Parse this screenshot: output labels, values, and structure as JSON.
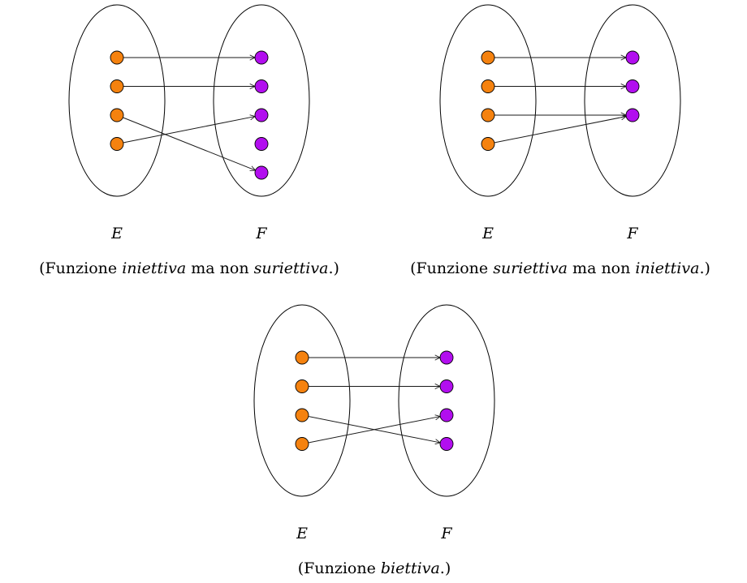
{
  "colors": {
    "domain_point": "#f5820f",
    "codomain_point": "#b20eef",
    "stroke": "#000000"
  },
  "diagrams": [
    {
      "id": "injective",
      "label_E": "E",
      "label_F": "F",
      "caption": {
        "open": "(Funzione ",
        "term1": "iniettiva",
        "mid": " ma non ",
        "term2": "suriettiva",
        "close": ".)"
      },
      "domain_count": 4,
      "codomain_count": 5,
      "mapping": [
        0,
        1,
        4,
        2
      ]
    },
    {
      "id": "surjective",
      "label_E": "E",
      "label_F": "F",
      "caption": {
        "open": "(Funzione ",
        "term1": "suriettiva",
        "mid": " ma non ",
        "term2": "iniettiva",
        "close": ".)"
      },
      "domain_count": 4,
      "codomain_count": 3,
      "mapping": [
        0,
        1,
        2,
        2
      ]
    },
    {
      "id": "bijective",
      "label_E": "E",
      "label_F": "F",
      "caption": {
        "open": "(Funzione ",
        "term1": "biettiva",
        "mid": "",
        "term2": "",
        "close": ".)"
      },
      "domain_count": 4,
      "codomain_count": 4,
      "mapping": [
        0,
        1,
        3,
        2
      ]
    }
  ]
}
